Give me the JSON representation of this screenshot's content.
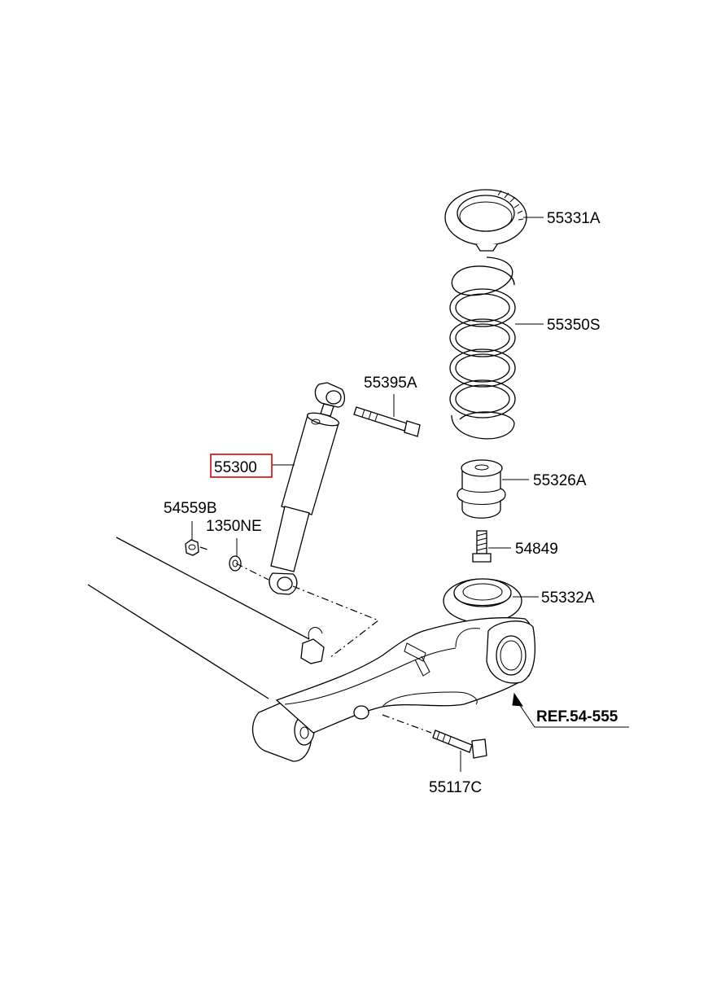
{
  "diagram": {
    "highlight_color": "#e00000",
    "parts": {
      "upper_spring_pad": "55331A",
      "coil_spring": "55350S",
      "upper_bolt": "55395A",
      "shock_absorber": "55300",
      "bump_stopper": "55326A",
      "nut": "54559B",
      "washer": "1350NE",
      "bolt": "54849",
      "lower_spring_pad": "55332A",
      "lower_bolt": "55117C"
    },
    "reference": "REF.54-555"
  }
}
